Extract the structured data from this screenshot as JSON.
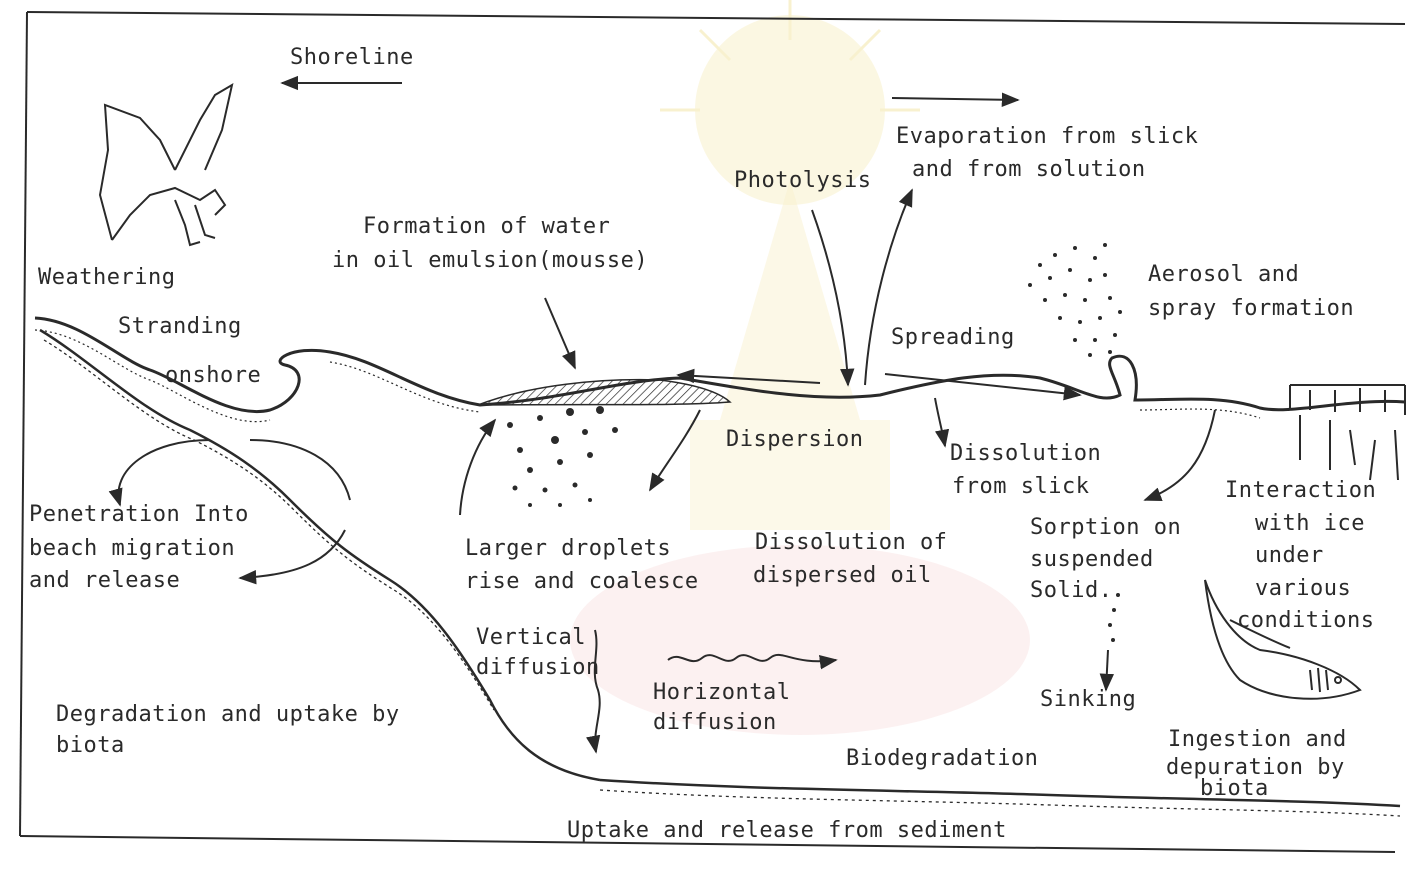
{
  "labels": {
    "shoreline": "Shoreline",
    "evaporation_1": "Evaporation from slick",
    "evaporation_2": "and from solution",
    "photolysis": "Photolysis",
    "mousse_1": "Formation of water",
    "mousse_2": "in oil emulsion(mousse)",
    "weathering": "Weathering",
    "stranding_1": "Stranding",
    "stranding_2": "onshore",
    "aerosol_1": "Aerosol and",
    "aerosol_2": "spray formation",
    "spreading": "Spreading",
    "dispersion": "Dispersion",
    "dissolution_slick_1": "Dissolution",
    "dissolution_slick_2": "from slick",
    "penetration_1": "Penetration Into",
    "penetration_2": "beach migration",
    "penetration_3": "and release",
    "droplets_1": "Larger droplets",
    "droplets_2": "rise and coalesce",
    "dissolution_dispersed_1": "Dissolution of",
    "dissolution_dispersed_2": "dispersed oil",
    "sorption_1": "Sorption on",
    "sorption_2": "suspended",
    "sorption_3": "Solid.",
    "ice_1": "Interaction",
    "ice_2": "with ice",
    "ice_3": "under",
    "ice_4": "various",
    "ice_5": "conditions",
    "vertical_1": "Vertical",
    "vertical_2": "diffusion",
    "horizontal_1": "Horizontal",
    "horizontal_2": "diffusion",
    "sinking": "Sinking",
    "degradation_1": "Degradation and uptake by",
    "degradation_2": "biota",
    "biodegradation": "Biodegradation",
    "ingestion_1": "Ingestion and",
    "ingestion_2": "depuration by",
    "ingestion_3": "biota",
    "sediment": "Uptake and release from sediment"
  },
  "colors": {
    "ink": "#2a2a2a",
    "watermark": "#f3e6a8",
    "watermark_red": "#f6d6d6"
  }
}
